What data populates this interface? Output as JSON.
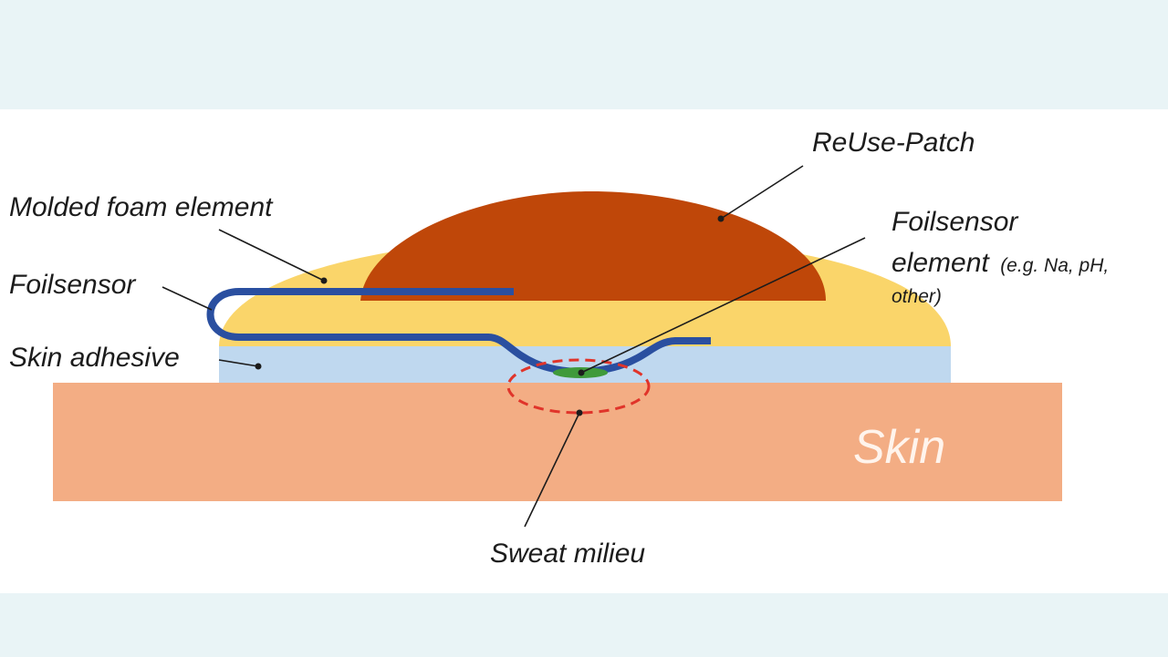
{
  "labels": {
    "reuse_patch": "ReUse-Patch",
    "molded_foam": "Molded foam element",
    "foilsensor": "Foilsensor",
    "foilsensor_element_line1": "Foilsensor",
    "foilsensor_element_line2": "element",
    "foilsensor_element_note_a": "(e.g. Na, pH,",
    "foilsensor_element_note_b": "other)",
    "skin_adhesive": "Skin adhesive",
    "skin": "Skin",
    "sweat_milieu": "Sweat milieu"
  },
  "colors": {
    "background_band": "#e9f4f6",
    "panel": "#ffffff",
    "skin": "#f3ad84",
    "skin_text": "#fff4ec",
    "adhesive": "#bfd8ef",
    "foam": "#fad56a",
    "patch": "#bf4709",
    "foil_sensor": "#2a4fa0",
    "sensor_element": "#3f9a3a",
    "sweat_outline": "#e0342a"
  }
}
